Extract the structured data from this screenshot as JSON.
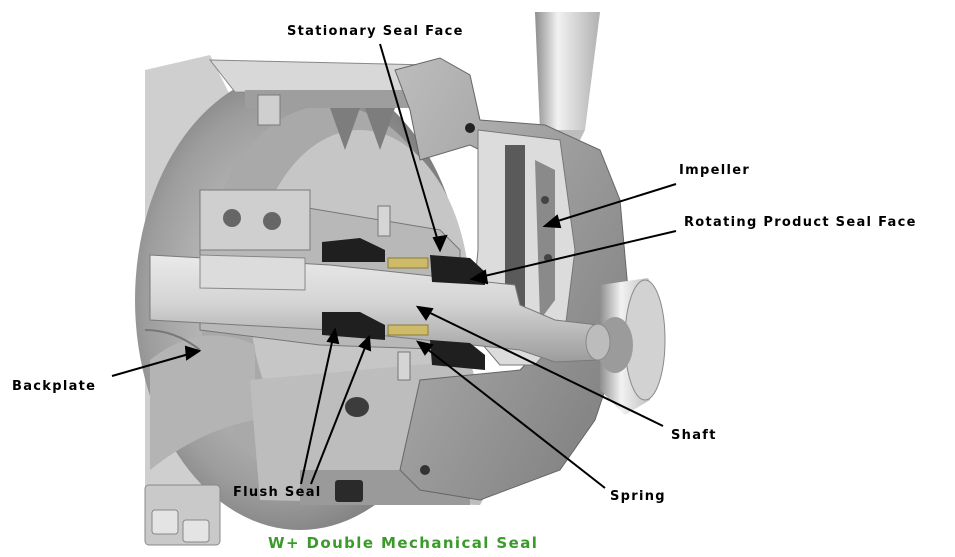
{
  "diagram": {
    "caption": "W+ Double Mechanical Seal",
    "caption_color": "#3a9a2a",
    "label_color": "#000000",
    "labels": {
      "stationary_seal_face": "Stationary Seal Face",
      "impeller": "Impeller",
      "rotating_product_seal_face": "Rotating Product Seal Face",
      "backplate": "Backplate",
      "shaft": "Shaft",
      "flush_seal": "Flush Seal",
      "spring": "Spring"
    }
  }
}
